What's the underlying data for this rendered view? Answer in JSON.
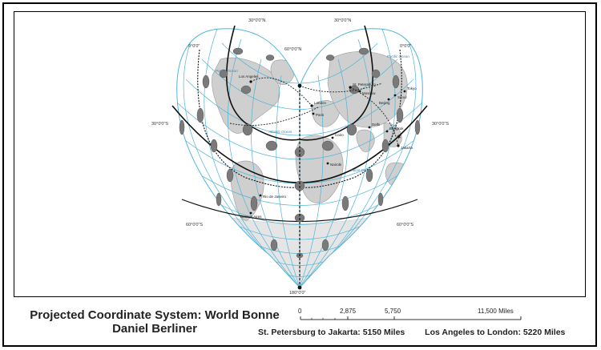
{
  "title": {
    "line1": "Projected Coordinate System: World Bonne",
    "line2": "Daniel Berliner"
  },
  "scale": {
    "ticks": [
      "0",
      "2,875",
      "5,750",
      "11,500 Miles"
    ]
  },
  "distances": {
    "left": "St. Petersburg to Jakarta: 5150 Miles",
    "right": "Los Angeles to London: 5220 Miles"
  },
  "graticule_labels": {
    "top_left_lat": "30°0'0\"N",
    "top_right_lat": "30°0'0\"N",
    "north_pole_lat": "60°0'0\"N",
    "upper_left_lon": "0°0'0\"",
    "upper_right_lon": "0°0'0\"",
    "mid_left_lat": "30°0'0\"S",
    "mid_right_lat": "30°0'0\"S",
    "lower_left_lat": "60°0'0\"S",
    "lower_right_lat": "60°0'0\"S",
    "bottom_lon": "180°0'0\""
  },
  "places": {
    "ocean_pacific_left": "Pacific Ocean",
    "ocean_pacific_right": "Pacific Ocean",
    "ocean_atlantic": "Atlantic Ocean",
    "ocean_indian": "Indian Ocean",
    "city_los_angeles": "Los Angeles",
    "city_london": "London",
    "city_st_petersburg": "St. Petersburg",
    "city_jakarta": "Jakarta",
    "city_moscow": "Moscow",
    "city_beijing": "Beijing",
    "city_seoul": "Seoul",
    "city_tokyo": "Tokyo",
    "city_delhi": "Delhi",
    "city_bangkok": "Bangkok",
    "city_cairo": "Cairo",
    "city_nairobi": "Nairobi",
    "city_paris": "Paris",
    "city_rio": "Rio de Janeiro",
    "city_buenos_aires": "Buenos Aires"
  },
  "colors": {
    "graticule": "#4fb4d8",
    "land": "#cfcfcf",
    "land_stroke": "#9a9a9a",
    "ellipse": "#7a7a7a",
    "route": "#222222",
    "ocean_label": "#3f86b5"
  }
}
